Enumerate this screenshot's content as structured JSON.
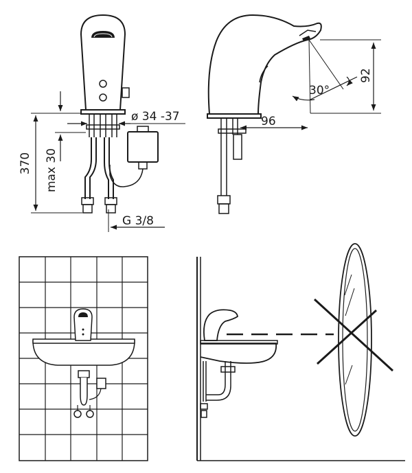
{
  "dimensions": {
    "height_total": "370",
    "max_depth": "max 30",
    "hole_diameter": "ø 34 -37",
    "spout_reach": "96",
    "spout_height": "92",
    "sensor_angle": "30°",
    "thread": "G 3/8"
  }
}
